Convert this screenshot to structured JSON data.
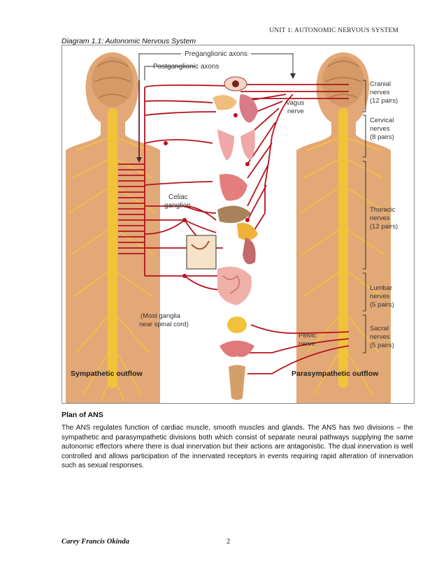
{
  "header": {
    "unit": "UNIT 1: AUTONOMIC NERVOUS SYSTEM"
  },
  "figure": {
    "caption": "Diagram 1.1: Autonomic Nervous System",
    "labels": {
      "preganglionic": "Preganglionic axons",
      "postganglionic": "Postganglionic axons",
      "vagus1": "Vagus",
      "vagus2": "nerve",
      "celiac1": "Celiac",
      "celiac2": "ganglion",
      "most1": "(Most ganglia",
      "most2": "near spinal cord)",
      "pelvic1": "Pelvic",
      "pelvic2": "nerve",
      "cranial1": "Cranial",
      "cranial2": "nerves",
      "cranial3": "(12 pairs)",
      "cervical1": "Cervical",
      "cervical2": "nerves",
      "cervical3": "(8 pairs)",
      "thoracic1": "Thoracic",
      "thoracic2": "nerves",
      "thoracic3": "(12 pairs)",
      "lumbar1": "Lumbar",
      "lumbar2": "nerves",
      "lumbar3": "(5 pairs)",
      "sacral1": "Sacral",
      "sacral2": "nerves",
      "sacral3": "(5 pairs)",
      "symp": "Sympathetic outflow",
      "para": "Parasympathetic outflow"
    }
  },
  "section_title": "Plan of ANS",
  "paragraph": "The ANS regulates function of cardiac muscle, smooth muscles and glands. The ANS has two divisions – the sympathetic and parasympathetic divisions both which consist of   separate neural pathways supplying the same autonomic effectors where there is dual innervation but their actions are antagonistic. The dual innervation is well controlled and allows participation of the innervated receptors in events requiring rapid alteration of innervation such as sexual responses.",
  "footer": {
    "author": "Carey Francis Okinda",
    "page": "2"
  },
  "colors": {
    "nerve": "#b5121b",
    "spine": "#f2c33a",
    "skin": "#e2a877",
    "bone": "#c48752"
  }
}
